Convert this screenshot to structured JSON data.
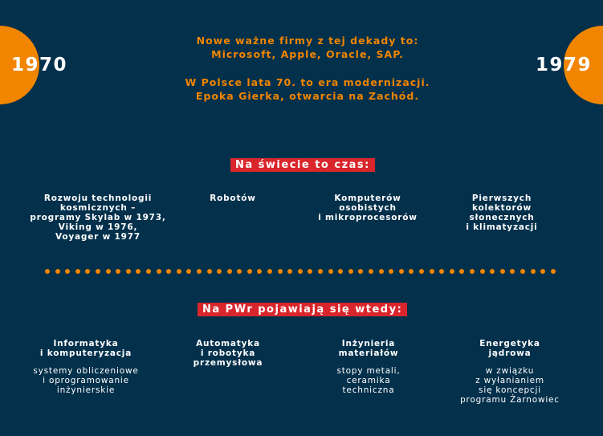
{
  "header": {
    "year_start": "1970",
    "year_end": "1979",
    "intro_line1": "Nowe ważne firmy z tej dekady to:",
    "intro_line2": "Microsoft, Apple, Oracle, SAP.",
    "intro_line3": "W Polsce lata 70. to era modernizacji.",
    "intro_line4": "Epoka Gierka, otwarcia na Zachód."
  },
  "world": {
    "label": "Na świecie to czas:",
    "items": [
      "Rozwoju technologii\nkosmicznych –\nprogramy Skylab w 1973,\nViking w 1976,\nVoyager w 1977",
      "Robotów",
      "Komputerów\nosobistych\ni mikroprocesorów",
      "Pierwszych\nkolektorów\nsłonecznych\ni klimatyzacji"
    ]
  },
  "pwr": {
    "label": "Na PWr pojawiają się wtedy:",
    "items": [
      {
        "title": "Informatyka\ni komputeryzacja",
        "desc": "systemy obliczeniowe\ni oprogramowanie\ninżynierskie"
      },
      {
        "title": "Automatyka\ni robotyka\nprzemysłowa",
        "desc": ""
      },
      {
        "title": "Inżynieria\nmateriałów",
        "desc": "stopy metali,\nceramika\ntechniczna"
      },
      {
        "title": "Energetyka\njądrowa",
        "desc": "w związku\nz wyłanianiem\nsię koncepcji\nprogramu Żarnowiec"
      }
    ]
  },
  "colors": {
    "background": "#03304b",
    "accent": "#f28500",
    "label": "#d9262c"
  },
  "divider_dot_count": 51
}
